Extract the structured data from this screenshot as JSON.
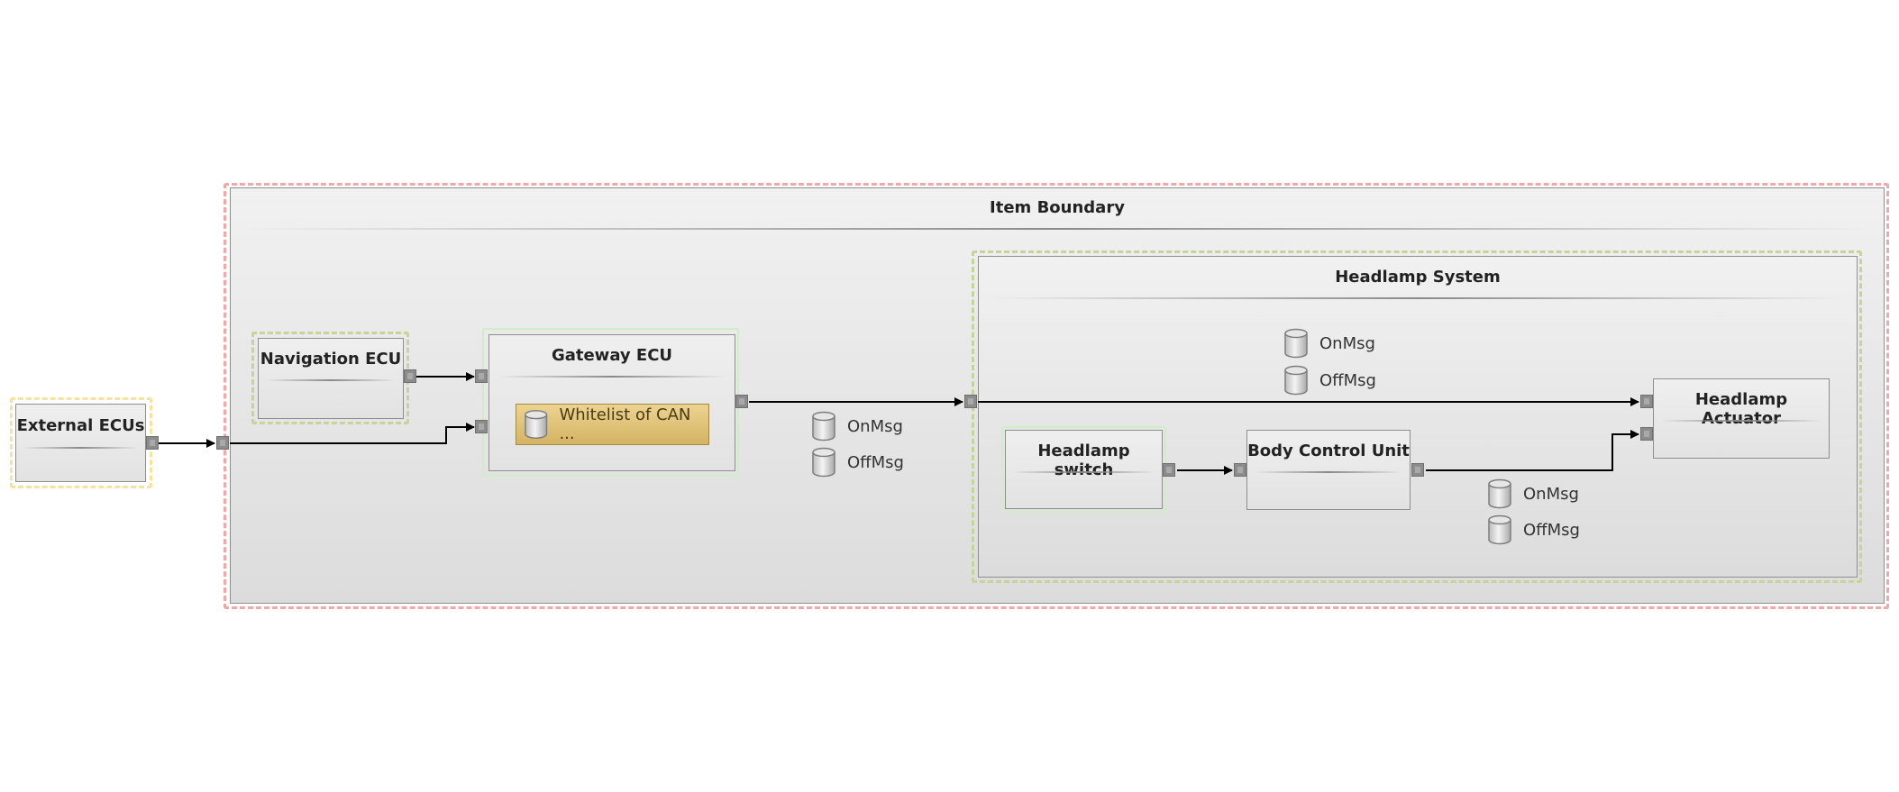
{
  "diagram": {
    "item_boundary": {
      "title": "Item Boundary"
    },
    "external_ecus": {
      "title": "External ECUs"
    },
    "navigation_ecu": {
      "title": "Navigation ECU"
    },
    "gateway_ecu": {
      "title": "Gateway ECU",
      "whitelist_label": "Whitelist of CAN ..."
    },
    "headlamp_system": {
      "title": "Headlamp System"
    },
    "headlamp_switch": {
      "title": "Headlamp switch"
    },
    "body_control_unit": {
      "title": "Body Control Unit"
    },
    "headlamp_actuator": {
      "title": "Headlamp Actuator"
    },
    "message_groups": {
      "gateway_to_headlamp": {
        "on": "OnMsg",
        "off": "OffMsg"
      },
      "gateway_to_actuator": {
        "on": "OnMsg",
        "off": "OffMsg"
      },
      "bcu_to_actuator": {
        "on": "OnMsg",
        "off": "OffMsg"
      }
    },
    "icons": {
      "data_store": "cylinder-database-icon",
      "port": "port-square-icon"
    },
    "colors": {
      "item_boundary_border": "#f3a8a8",
      "headlamp_system_border": "#c6d49a",
      "external_border": "#f6e3a2",
      "whitelist_fill": "#dcc070",
      "wire": "#000000"
    }
  }
}
